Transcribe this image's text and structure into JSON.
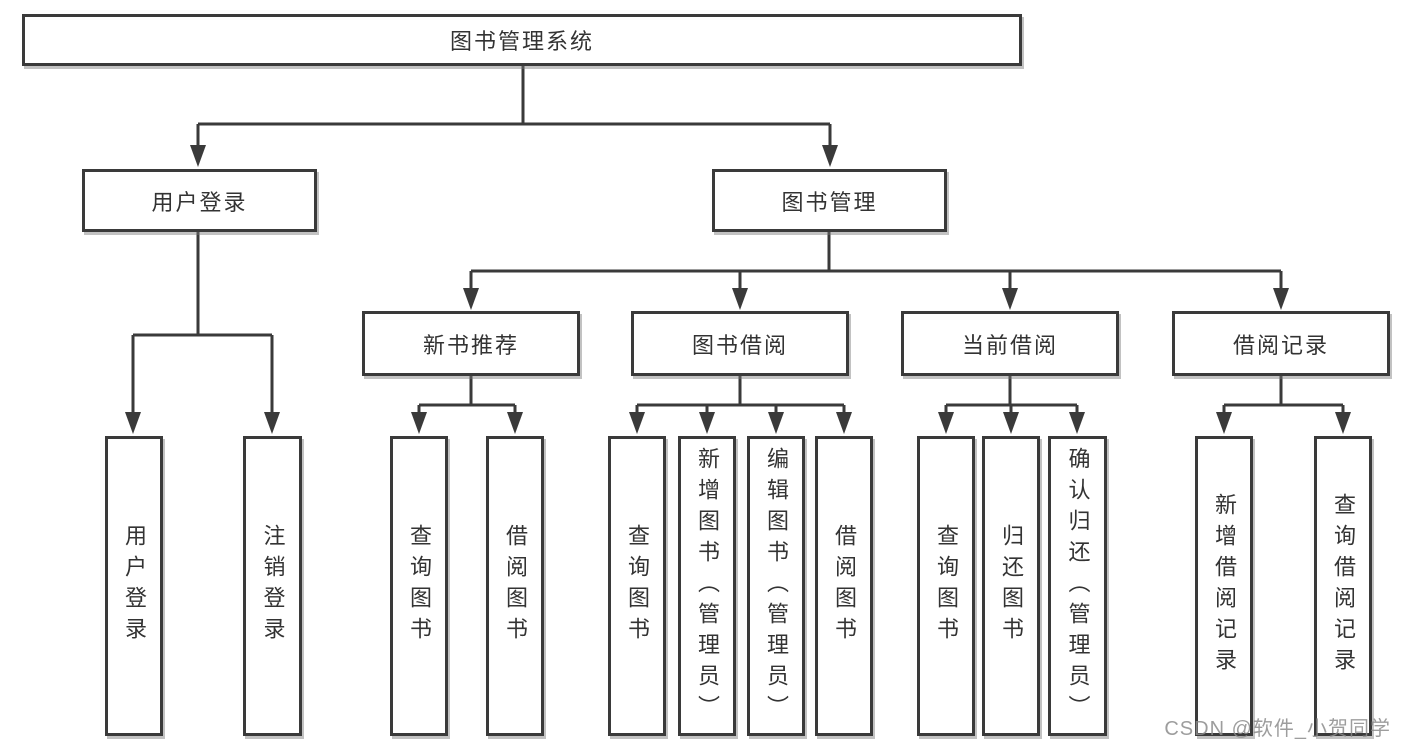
{
  "tree": {
    "label": "图书管理系统",
    "children": [
      {
        "label": "用户登录",
        "children": [
          {
            "label": "用户登录"
          },
          {
            "label": "注销登录"
          }
        ]
      },
      {
        "label": "图书管理",
        "children": [
          {
            "label": "新书推荐",
            "children": [
              {
                "label": "查询图书"
              },
              {
                "label": "借阅图书"
              }
            ]
          },
          {
            "label": "图书借阅",
            "children": [
              {
                "label": "查询图书"
              },
              {
                "label": "新增图书（管理员）"
              },
              {
                "label": "编辑图书（管理员）"
              },
              {
                "label": "借阅图书"
              }
            ]
          },
          {
            "label": "当前借阅",
            "children": [
              {
                "label": "查询图书"
              },
              {
                "label": "归还图书"
              },
              {
                "label": "确认归还（管理员）"
              }
            ]
          },
          {
            "label": "借阅记录",
            "children": [
              {
                "label": "新增借阅记录"
              },
              {
                "label": "查询借阅记录"
              }
            ]
          }
        ]
      }
    ]
  },
  "watermark": {
    "text": "CSDN @软件_小贺同学"
  },
  "style": {
    "line_color": "#3a3a3a",
    "box_border_color": "#3a3a3a",
    "box_fill_color": "#ffffff",
    "text_color": "#333333",
    "watermark_color": "#8c8c8c"
  }
}
